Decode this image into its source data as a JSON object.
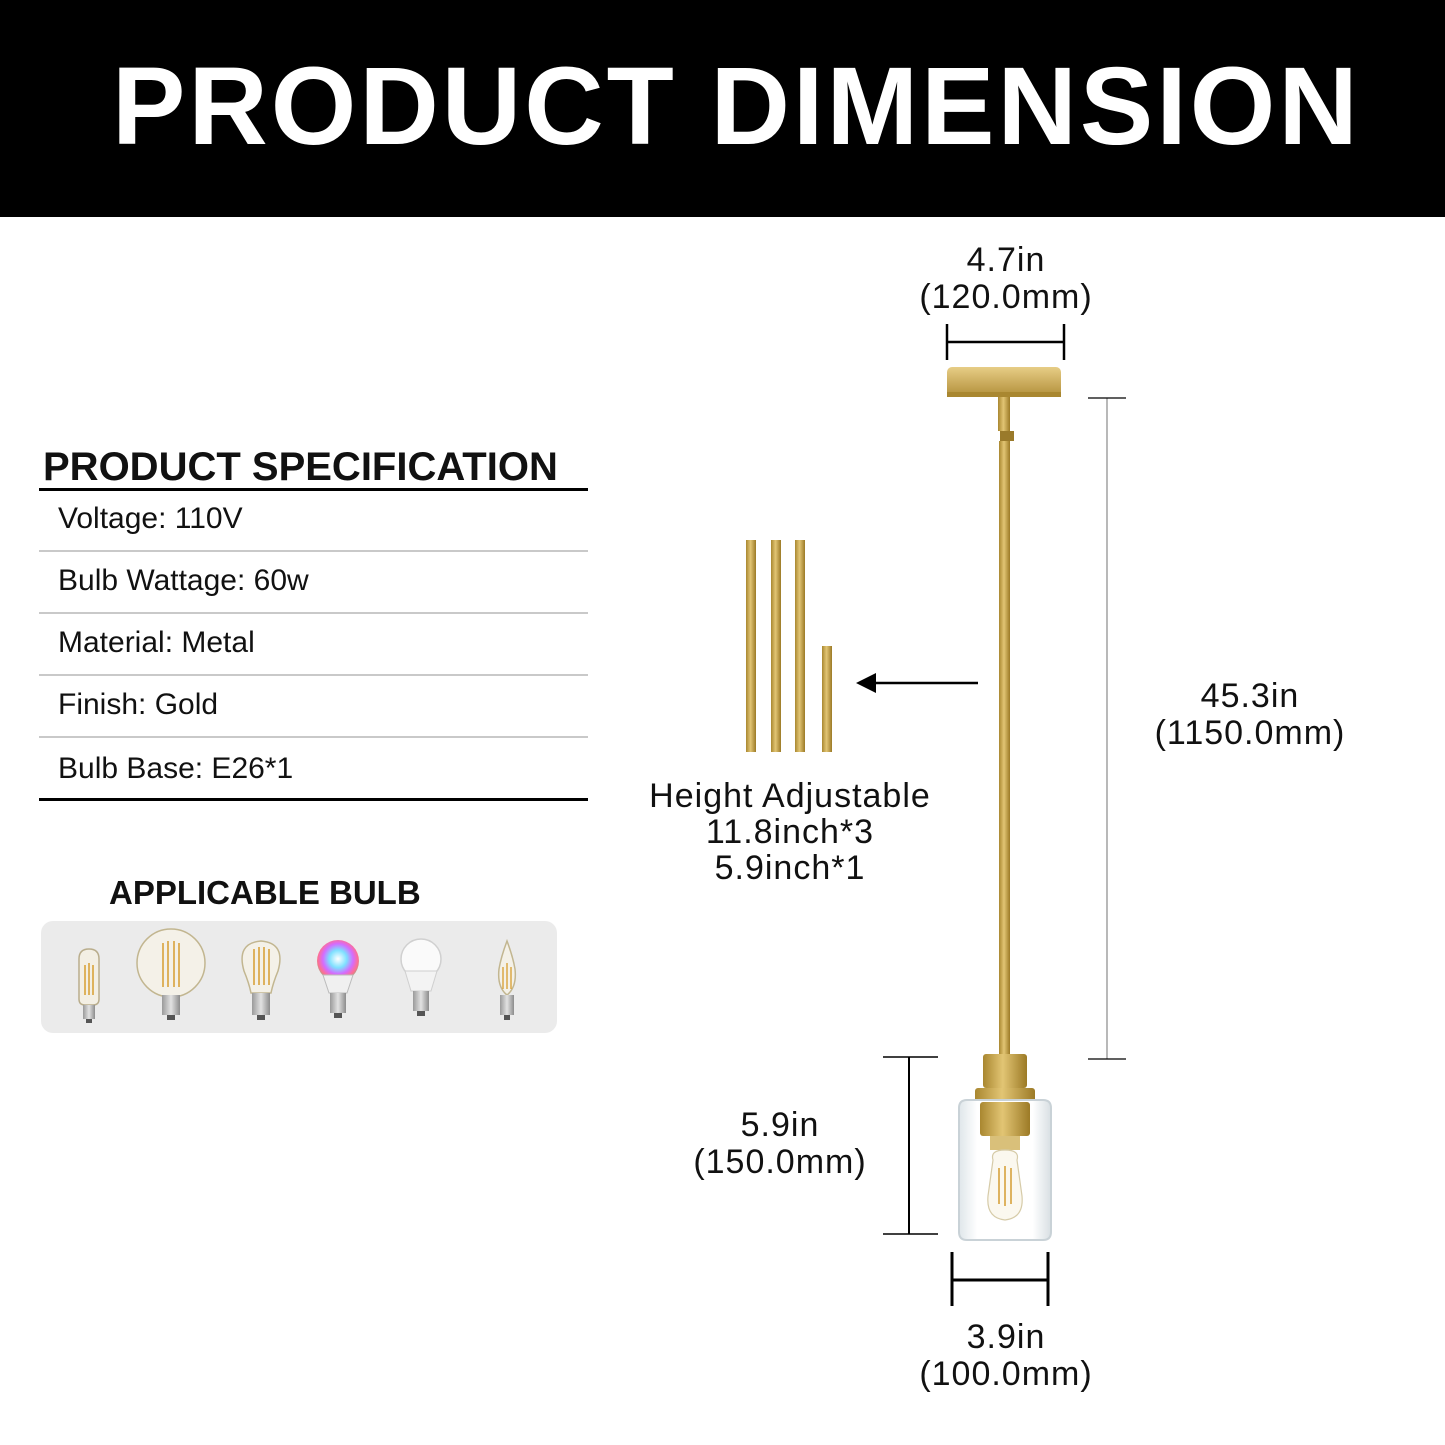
{
  "header": {
    "title": "PRODUCT DIMENSION"
  },
  "specification": {
    "title": "PRODUCT SPECIFICATION",
    "rows": [
      "Voltage: 110V",
      "Bulb Wattage: 60w",
      "Material: Metal",
      "Finish: Gold",
      "Bulb Base: E26*1"
    ]
  },
  "applicable_bulb": {
    "title": "APPLICABLE BULB",
    "icons": [
      "tubular-filament-bulb-icon",
      "globe-filament-bulb-icon",
      "a-shape-filament-bulb-icon",
      "rgb-smart-bulb-icon",
      "white-led-bulb-icon",
      "flame-tip-candle-bulb-icon"
    ]
  },
  "dimensions": {
    "canopy_width": {
      "inch": "4.7in",
      "mm": "(120.0mm)"
    },
    "overall_height": {
      "inch": "45.3in",
      "mm": "(1150.0mm)"
    },
    "shade_height": {
      "inch": "5.9in",
      "mm": "(150.0mm)"
    },
    "shade_width": {
      "inch": "3.9in",
      "mm": "(100.0mm)"
    }
  },
  "height_adjustable": {
    "line1": "Height Adjustable",
    "line2": "11.8inch*3",
    "line3": "5.9inch*1"
  },
  "colors": {
    "header_bg": "#000000",
    "gold": "#c9a449",
    "gold_dark": "#a5832f",
    "tray": "#ebebeb"
  }
}
